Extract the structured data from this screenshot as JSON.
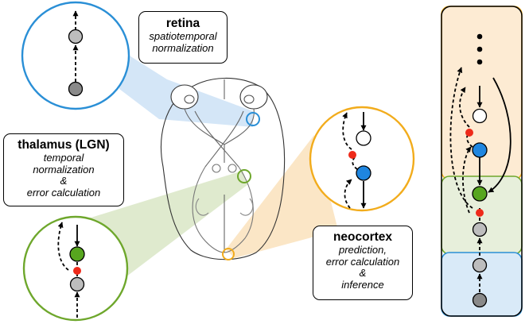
{
  "labels": {
    "retina": {
      "title": "retina",
      "lines": [
        "spatiotemporal",
        "normalization"
      ]
    },
    "thalamus": {
      "title": "thalamus (LGN)",
      "lines": [
        "temporal",
        "normalization",
        "&",
        "error calculation"
      ]
    },
    "neocortex": {
      "title": "neocortex",
      "lines": [
        "prediction,",
        "error calculation",
        "&",
        "inference"
      ]
    }
  },
  "colors": {
    "retina_blue": "#2a8fd6",
    "thalamus_green": "#6ea72c",
    "cortex_orange": "#f2ac1c",
    "error_red": "#ee2a1a",
    "gray_node": "#bdbdbd",
    "dark_gray_node": "#8a8a8a",
    "node_blue": "#1f86e0",
    "node_green": "#57a61f"
  }
}
